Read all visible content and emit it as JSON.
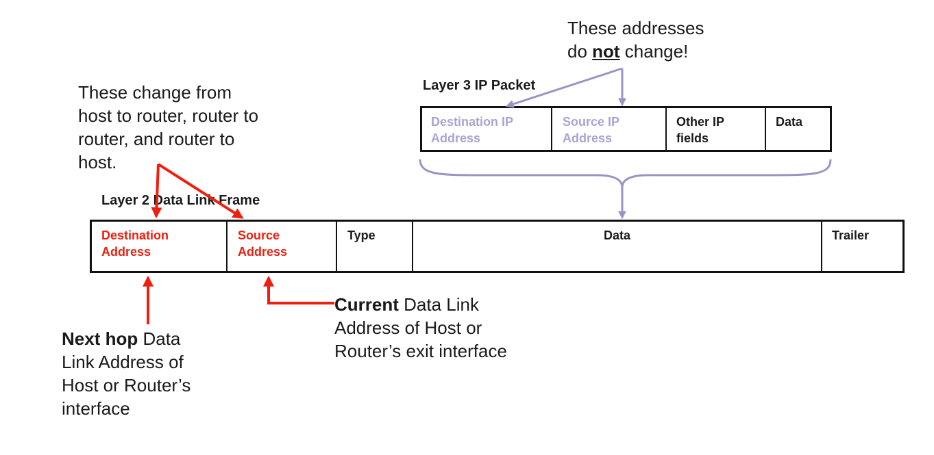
{
  "colors": {
    "red": "#f01e0e",
    "purple": "#9a94c6",
    "black": "#111111",
    "faded_text": "#a9a4d2"
  },
  "notes": {
    "no_change_line1": "These addresses",
    "no_change_line2_pre": "do ",
    "no_change_line2_bold": "not",
    "no_change_line2_post": " change!",
    "change_lines": [
      "These change from",
      "host to router, router to",
      "router, and router to",
      "host."
    ],
    "current_bold": "Current",
    "current_rest_line1": " Data Link",
    "current_lines": [
      "Address of Host or",
      "Router’s exit interface"
    ],
    "nexthop_bold": "Next hop",
    "nexthop_rest_line1": " Data",
    "nexthop_lines": [
      "Link Address of",
      "Host or Router’s",
      "interface"
    ]
  },
  "layer3": {
    "title": "Layer 3 IP Packet",
    "fields": [
      {
        "line1": "Destination IP",
        "line2": "Address"
      },
      {
        "line1": "Source IP",
        "line2": "Address"
      },
      {
        "line1": "Other IP",
        "line2": "fields"
      },
      {
        "line1": "Data",
        "line2": ""
      }
    ]
  },
  "layer2": {
    "title": "Layer 2 Data Link Frame",
    "fields": [
      {
        "line1": "Destination",
        "line2": "Address"
      },
      {
        "line1": "Source",
        "line2": "Address"
      },
      {
        "line1": "Type",
        "line2": ""
      },
      {
        "line1": "Data",
        "line2": ""
      },
      {
        "line1": "Trailer",
        "line2": ""
      }
    ]
  }
}
